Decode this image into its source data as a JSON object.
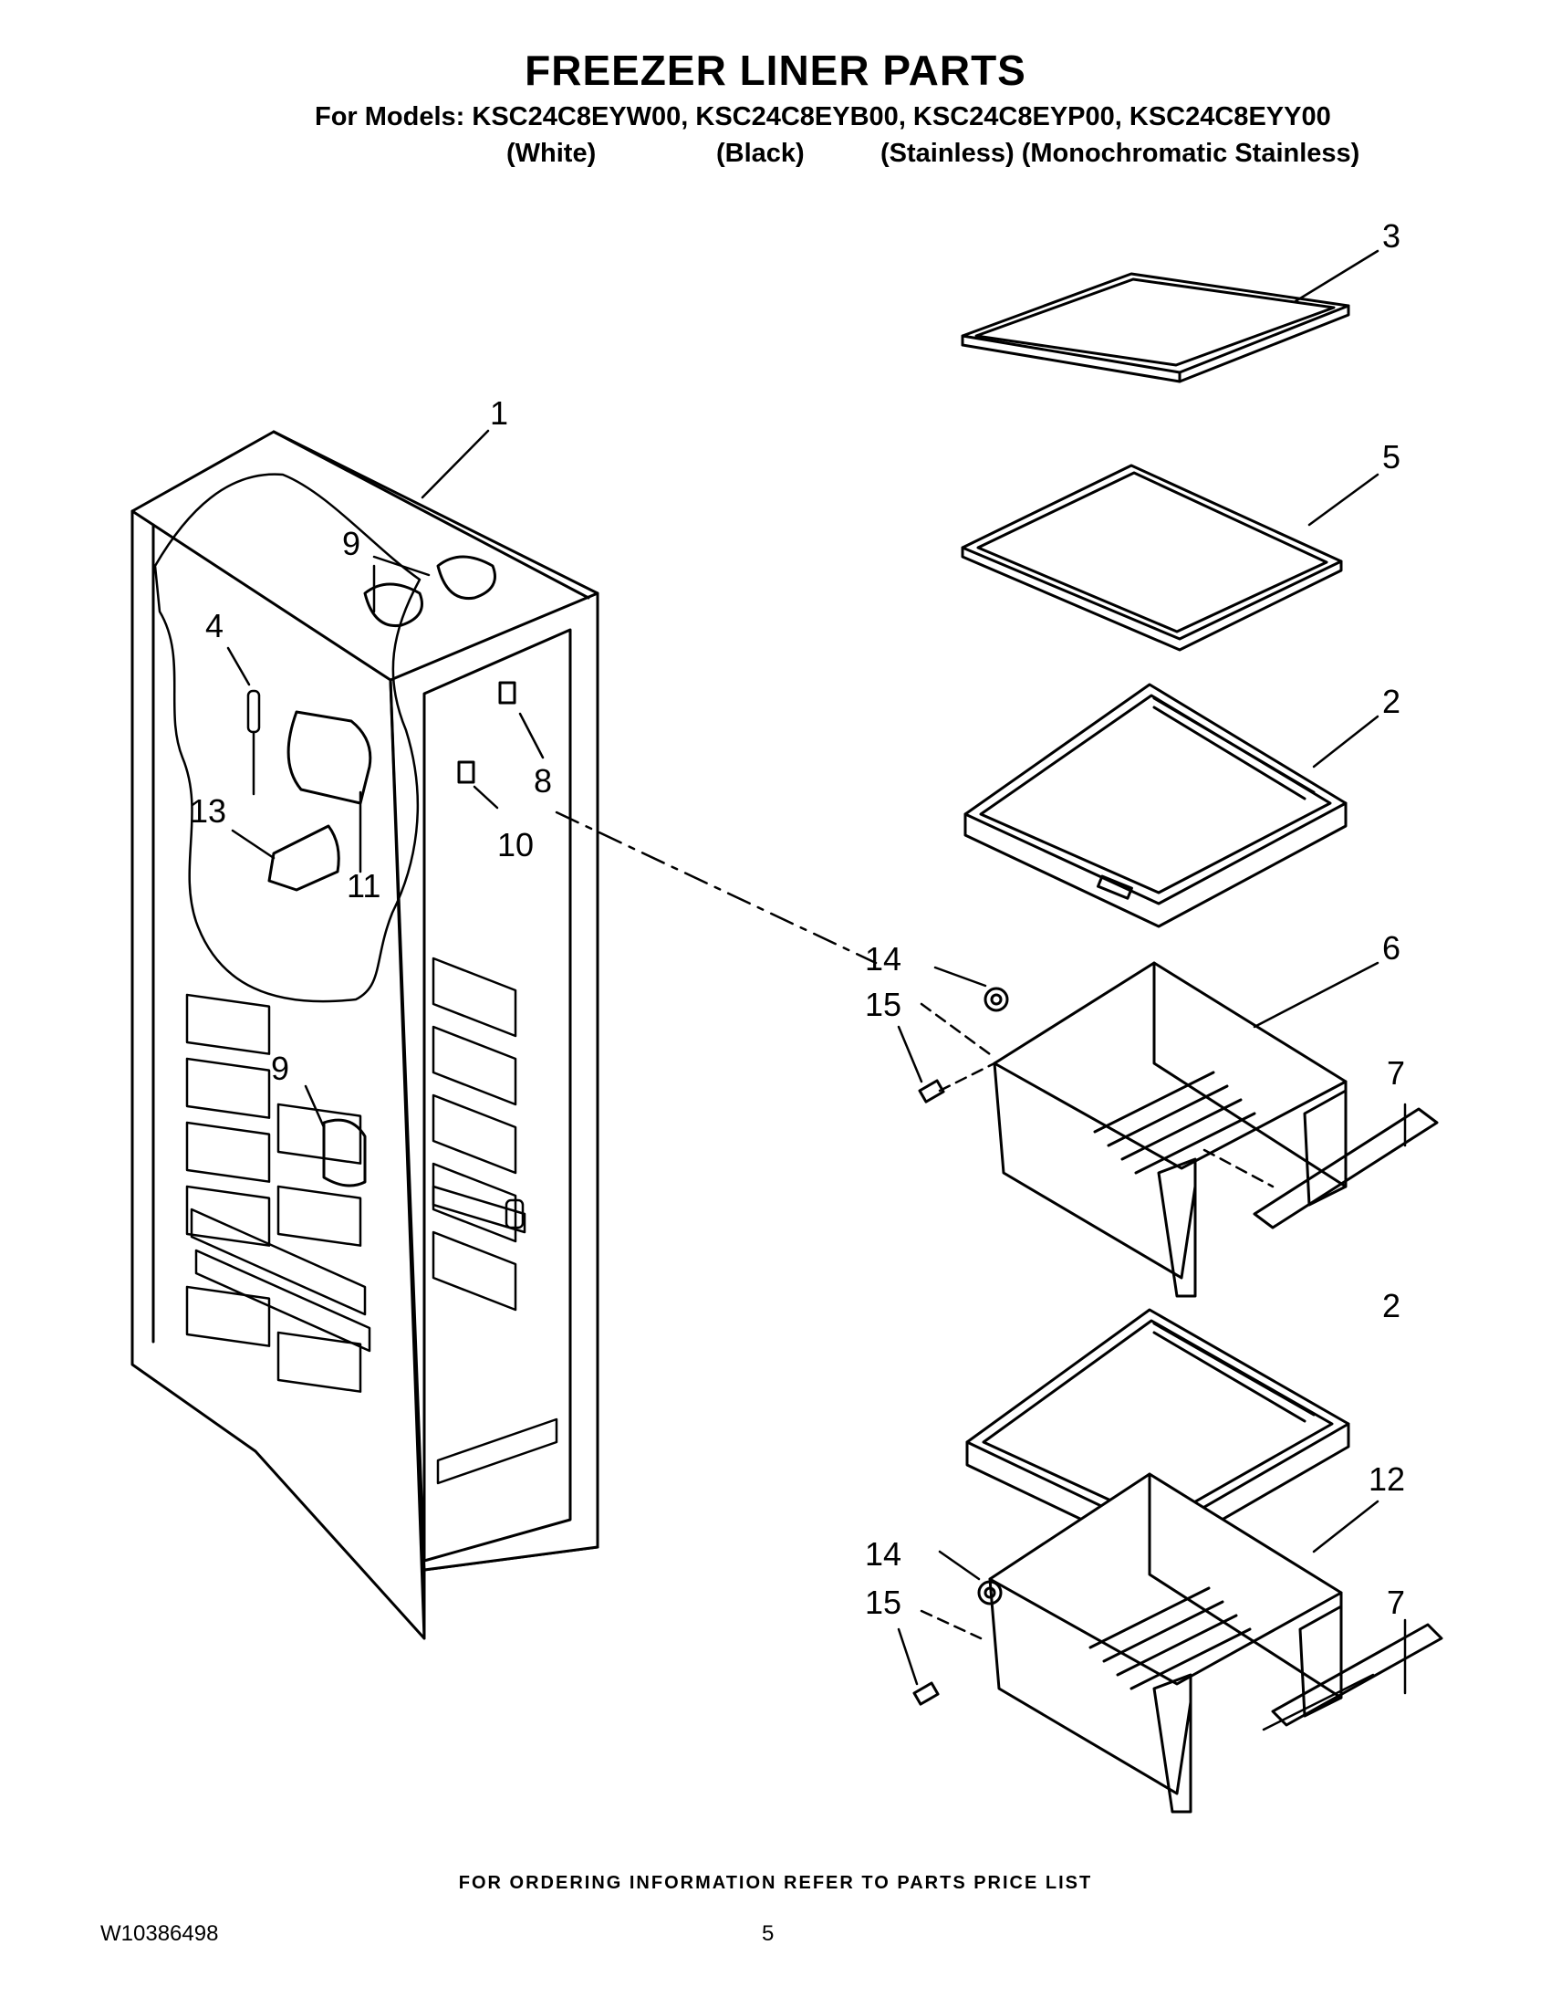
{
  "header": {
    "title": "FREEZER LINER PARTS",
    "models_line": "For Models: KSC24C8EYW00, KSC24C8EYB00, KSC24C8EYP00, KSC24C8EYY00",
    "variants": [
      "(White)",
      "(Black)",
      "(Stainless) (Monochromatic Stainless)"
    ]
  },
  "callouts": [
    "1",
    "2",
    "3",
    "4",
    "5",
    "6",
    "7",
    "8",
    "9",
    "10",
    "11",
    "12",
    "13",
    "14",
    "15",
    "9",
    "2",
    "14",
    "15",
    "7"
  ],
  "footer": {
    "note": "FOR ORDERING INFORMATION REFER TO PARTS PRICE LIST",
    "doc_id": "W10386498",
    "page": "5"
  }
}
